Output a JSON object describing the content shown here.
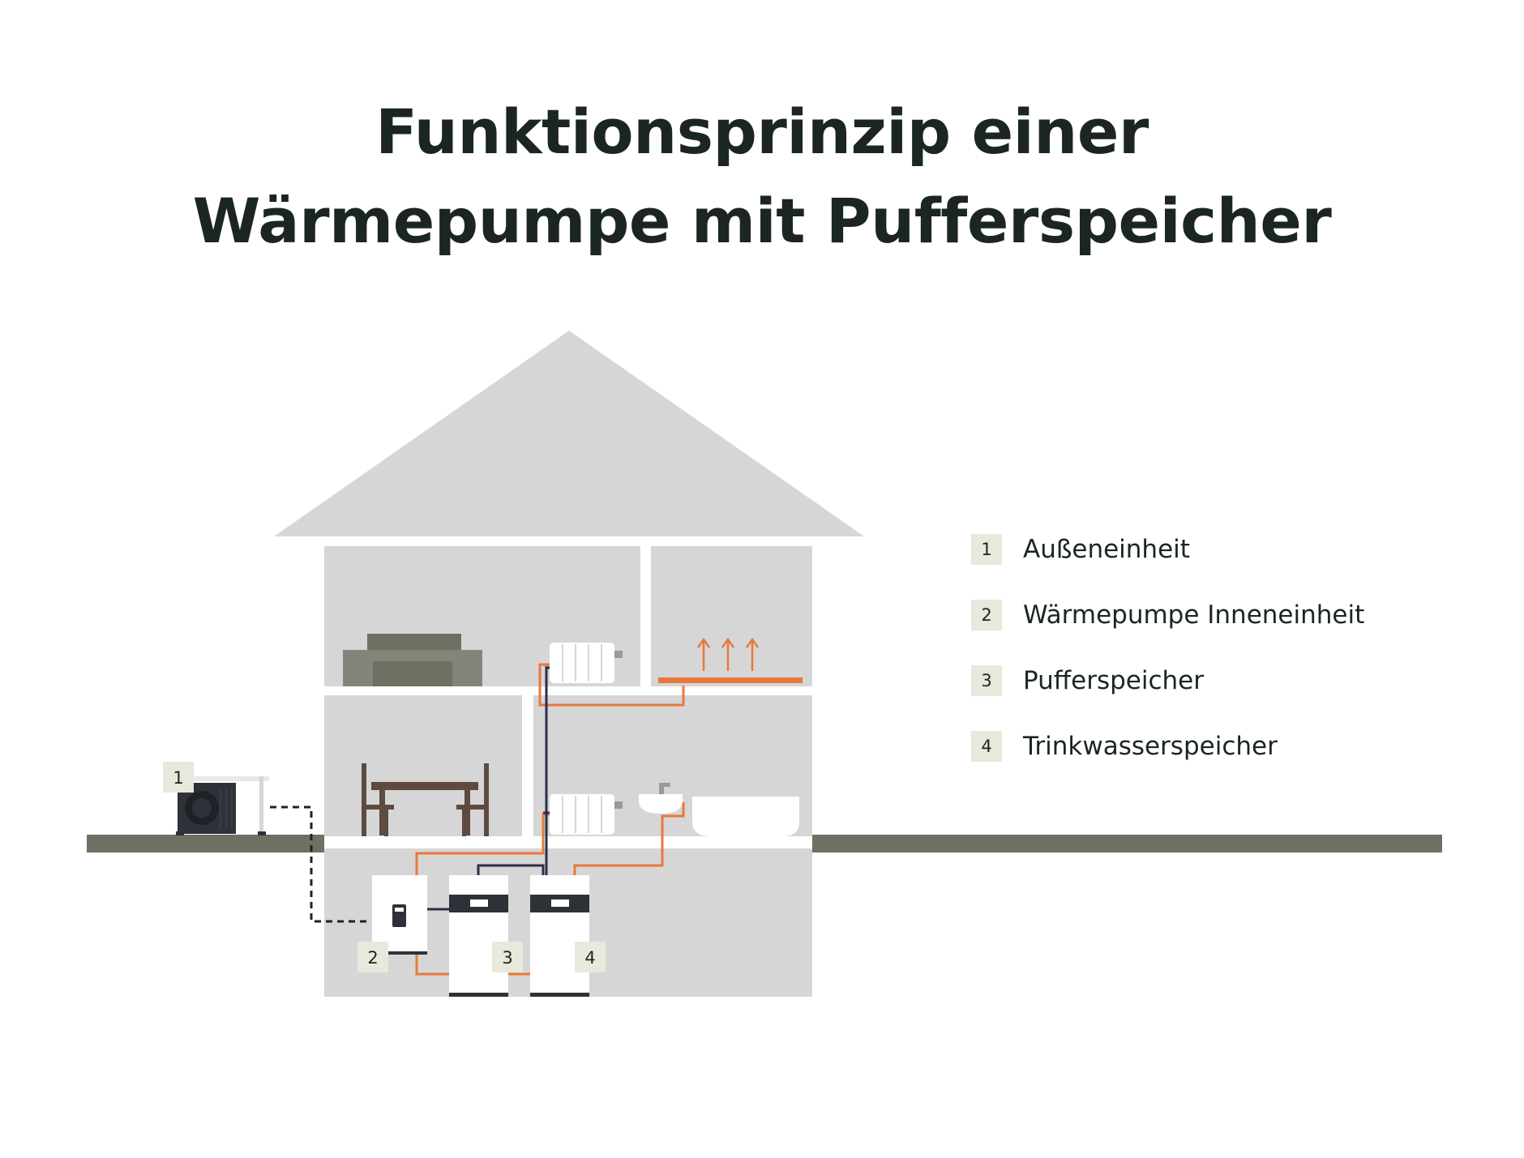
{
  "title": {
    "line1": "Funktionsprinzip einer",
    "line2": "Wärmepumpe mit Pufferspeicher"
  },
  "diagram": {
    "markers": [
      "1",
      "2",
      "3",
      "4"
    ]
  },
  "legend": {
    "items": [
      {
        "number": "1",
        "label": "Außeneinheit"
      },
      {
        "number": "2",
        "label": "Wärmepumpe Inneneinheit"
      },
      {
        "number": "3",
        "label": "Pufferspeicher"
      },
      {
        "number": "4",
        "label": "Trinkwasserspeicher"
      }
    ]
  },
  "colors": {
    "title": "#1c2620",
    "house": "#d6d6d6",
    "ground": "#6f7062",
    "pipe_hot": "#e8793a",
    "pipe_cold": "#2a2f4a",
    "badge": "#e8e8dc",
    "furniture": "#5e4a3f",
    "sofa": "#6f7062"
  },
  "icons": [
    "heat-up-arrow-icon",
    "fan-icon",
    "display-icon"
  ]
}
